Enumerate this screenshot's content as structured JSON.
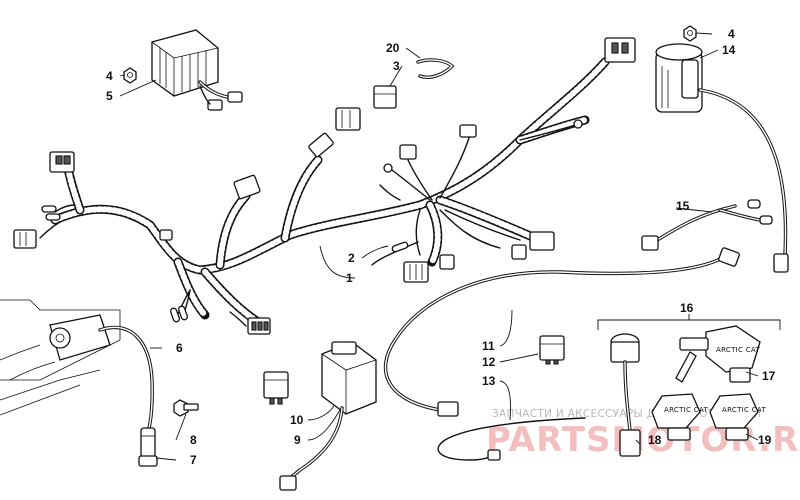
{
  "callouts": [
    {
      "id": "c1",
      "label": "1"
    },
    {
      "id": "c2",
      "label": "2"
    },
    {
      "id": "c3",
      "label": "3"
    },
    {
      "id": "c4a",
      "label": "4"
    },
    {
      "id": "c4b",
      "label": "4"
    },
    {
      "id": "c5",
      "label": "5"
    },
    {
      "id": "c6",
      "label": "6"
    },
    {
      "id": "c7",
      "label": "7"
    },
    {
      "id": "c8",
      "label": "8"
    },
    {
      "id": "c9",
      "label": "9"
    },
    {
      "id": "c10",
      "label": "10"
    },
    {
      "id": "c11",
      "label": "11"
    },
    {
      "id": "c12",
      "label": "12"
    },
    {
      "id": "c13",
      "label": "13"
    },
    {
      "id": "c14",
      "label": "14"
    },
    {
      "id": "c15",
      "label": "15"
    },
    {
      "id": "c16",
      "label": "16"
    },
    {
      "id": "c17",
      "label": "17"
    },
    {
      "id": "c18",
      "label": "18"
    },
    {
      "id": "c19",
      "label": "19"
    },
    {
      "id": "c20",
      "label": "20"
    }
  ],
  "key_brand_text": "ARCTIC CAT",
  "watermark": {
    "line1": "ЗАПЧАСТИ И АКСЕССУАРЫ ДЛЯ МОТОТЕХНИКИ",
    "line2": "PARTSMOTOR.RU"
  },
  "colors": {
    "ink": "#111111",
    "background": "#ffffff",
    "watermark_red": "#e98a8a",
    "watermark_gray": "#b8b8b8"
  }
}
